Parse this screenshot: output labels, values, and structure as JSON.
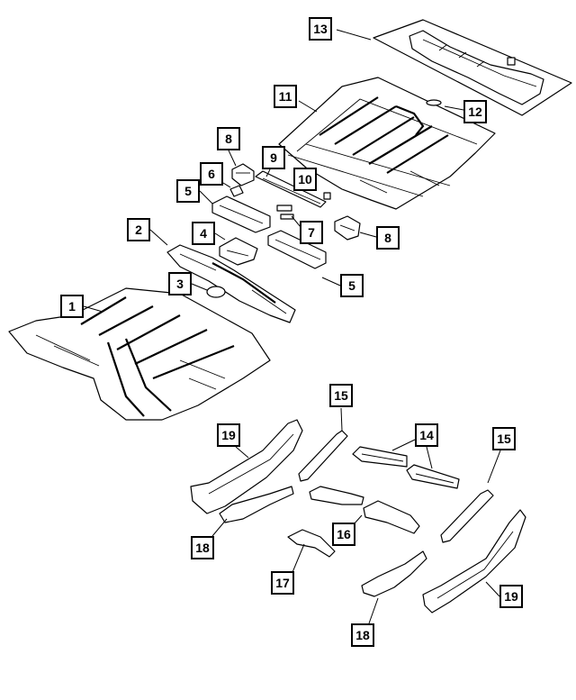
{
  "callouts": [
    {
      "id": "c1",
      "label": "1"
    },
    {
      "id": "c2",
      "label": "2"
    },
    {
      "id": "c3",
      "label": "3"
    },
    {
      "id": "c4",
      "label": "4"
    },
    {
      "id": "c5a",
      "label": "5"
    },
    {
      "id": "c5b",
      "label": "5"
    },
    {
      "id": "c6",
      "label": "6"
    },
    {
      "id": "c7",
      "label": "7"
    },
    {
      "id": "c8a",
      "label": "8"
    },
    {
      "id": "c8b",
      "label": "8"
    },
    {
      "id": "c9",
      "label": "9"
    },
    {
      "id": "c10",
      "label": "10"
    },
    {
      "id": "c11",
      "label": "11"
    },
    {
      "id": "c12",
      "label": "12"
    },
    {
      "id": "c13",
      "label": "13"
    },
    {
      "id": "c14",
      "label": "14"
    },
    {
      "id": "c15a",
      "label": "15"
    },
    {
      "id": "c15b",
      "label": "15"
    },
    {
      "id": "c16",
      "label": "16"
    },
    {
      "id": "c17",
      "label": "17"
    },
    {
      "id": "c18a",
      "label": "18"
    },
    {
      "id": "c18b",
      "label": "18"
    },
    {
      "id": "c19a",
      "label": "19"
    },
    {
      "id": "c19b",
      "label": "19"
    }
  ]
}
